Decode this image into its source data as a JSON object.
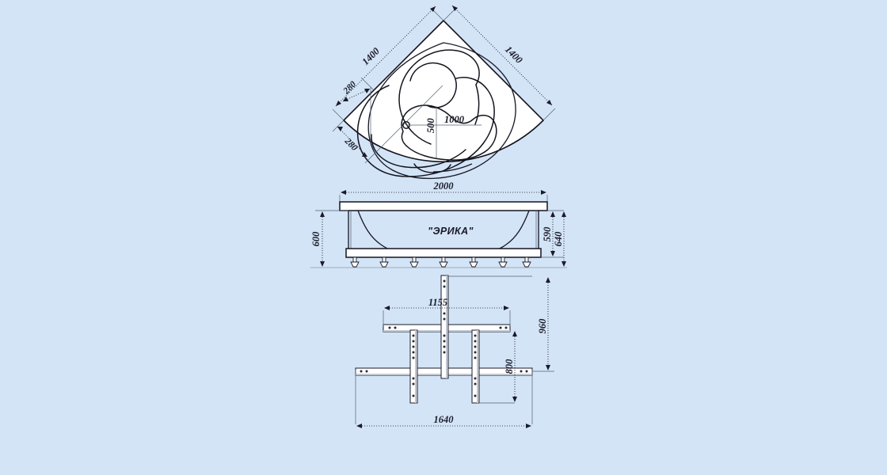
{
  "drawing": {
    "model_label": "\"ЭРИКА\"",
    "background_color": "#d3e4f7",
    "line_color": "#14141e",
    "fill_color": "#ffffff"
  },
  "views": {
    "top": {
      "name": "top-view",
      "dimensions": {
        "left_side": "1400",
        "right_side": "1400",
        "left_offset_upper": "280",
        "left_offset_lower": "280",
        "basin_width": "1000",
        "basin_depth": "500"
      }
    },
    "side": {
      "name": "side-elevation",
      "label": "\"ЭРИКА\"",
      "dimensions": {
        "overall_length": "2000",
        "floor_height": "600",
        "body_height": "590",
        "total_height": "640"
      }
    },
    "frame": {
      "name": "frame-plan",
      "dimensions": {
        "inner_span": "1155",
        "overall_height": "960",
        "mid_span": "800",
        "overall_width": "1640"
      }
    }
  }
}
